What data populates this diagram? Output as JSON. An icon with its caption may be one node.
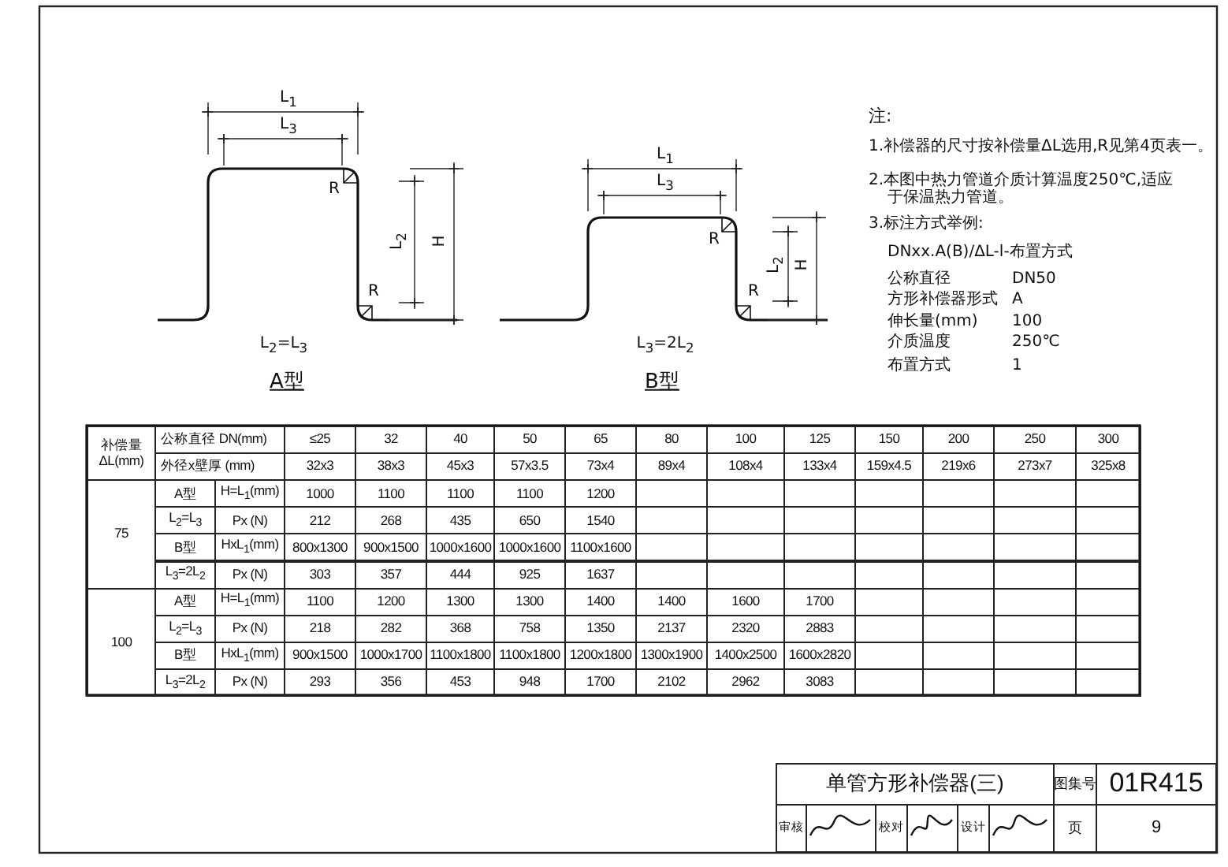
{
  "diagram": {
    "title": "单管方形补偿器(三)",
    "labels": [
      "L$_{1}$",
      "L$_{3}$",
      "R",
      "L$_{2}$",
      "H",
      "R",
      "L$_{2}$=L$_{3}$",
      "A型",
      "L$_{1}$",
      "L$_{3}$",
      "R",
      "L$_{2}$",
      "H",
      "R",
      "L$_{3}$=2L$_{2}$",
      "B型",
      "注:",
      "1.补偿器的尺寸按补偿量ΔL选用,R见第4页表一。",
      "2.本图中热力管道介质计算温度250℃,适应于保温热力管道。",
      "3.标注方式举例:",
      "DNxx.A(B)/ΔL-l-布置方式",
      "公称直径",
      "DN50",
      "方形补偿器形式",
      "A",
      "伸长量(mm)",
      "100",
      "介质温度",
      "250℃",
      "布置方式",
      "1",
      "补偿量 ΔL(mm)",
      "公称直径 DN(mm)",
      "≤25",
      "32",
      "40",
      "50",
      "65",
      "80",
      "100",
      "125",
      "150",
      "200",
      "250",
      "300",
      "外径x壁厚 (mm)",
      "32x3",
      "38x3",
      "45x3",
      "57x3.5",
      "73x4",
      "89x4",
      "108x4",
      "133x4",
      "159x4.5",
      "219x6",
      "273x7",
      "325x8",
      "75",
      "A型",
      "H=L$_{1}$(mm)",
      "1000",
      "1100",
      "1100",
      "1100",
      "1200",
      "L$_{2}$=L$_{3}$",
      "Px (N)",
      "212",
      "268",
      "435",
      "650",
      "1540",
      "B型",
      "HxL$_{1}$(mm)",
      "800x1300",
      "900x1500",
      "1000x1600",
      "1000x1600",
      "1100x1600",
      "L$_{3}$=2L$_{2}$",
      "Px (N)",
      "303",
      "357",
      "444",
      "925",
      "1637",
      "100",
      "A型",
      "H=L$_{1}$(mm)",
      "1100",
      "1200",
      "1300",
      "1300",
      "1400",
      "1400",
      "1600",
      "1700",
      "L$_{2}$=L$_{3}$",
      "Px (N)",
      "218",
      "282",
      "368",
      "758",
      "1350",
      "2137",
      "2320",
      "2883",
      "B型",
      "HxL$_{1}$(mm)",
      "900x1500",
      "1000x1700",
      "1100x1800",
      "1100x1800",
      "1200x1800",
      "1300x1900",
      "1400x2500",
      "1600x2820",
      "L$_{3}$=2L$_{2}$",
      "Px (N)",
      "293",
      "356",
      "453",
      "948",
      "1700",
      "2102",
      "2962",
      "3083",
      "图集号",
      "01R415",
      "审核",
      "校对",
      "设计",
      "页",
      "9"
    ]
  }
}
